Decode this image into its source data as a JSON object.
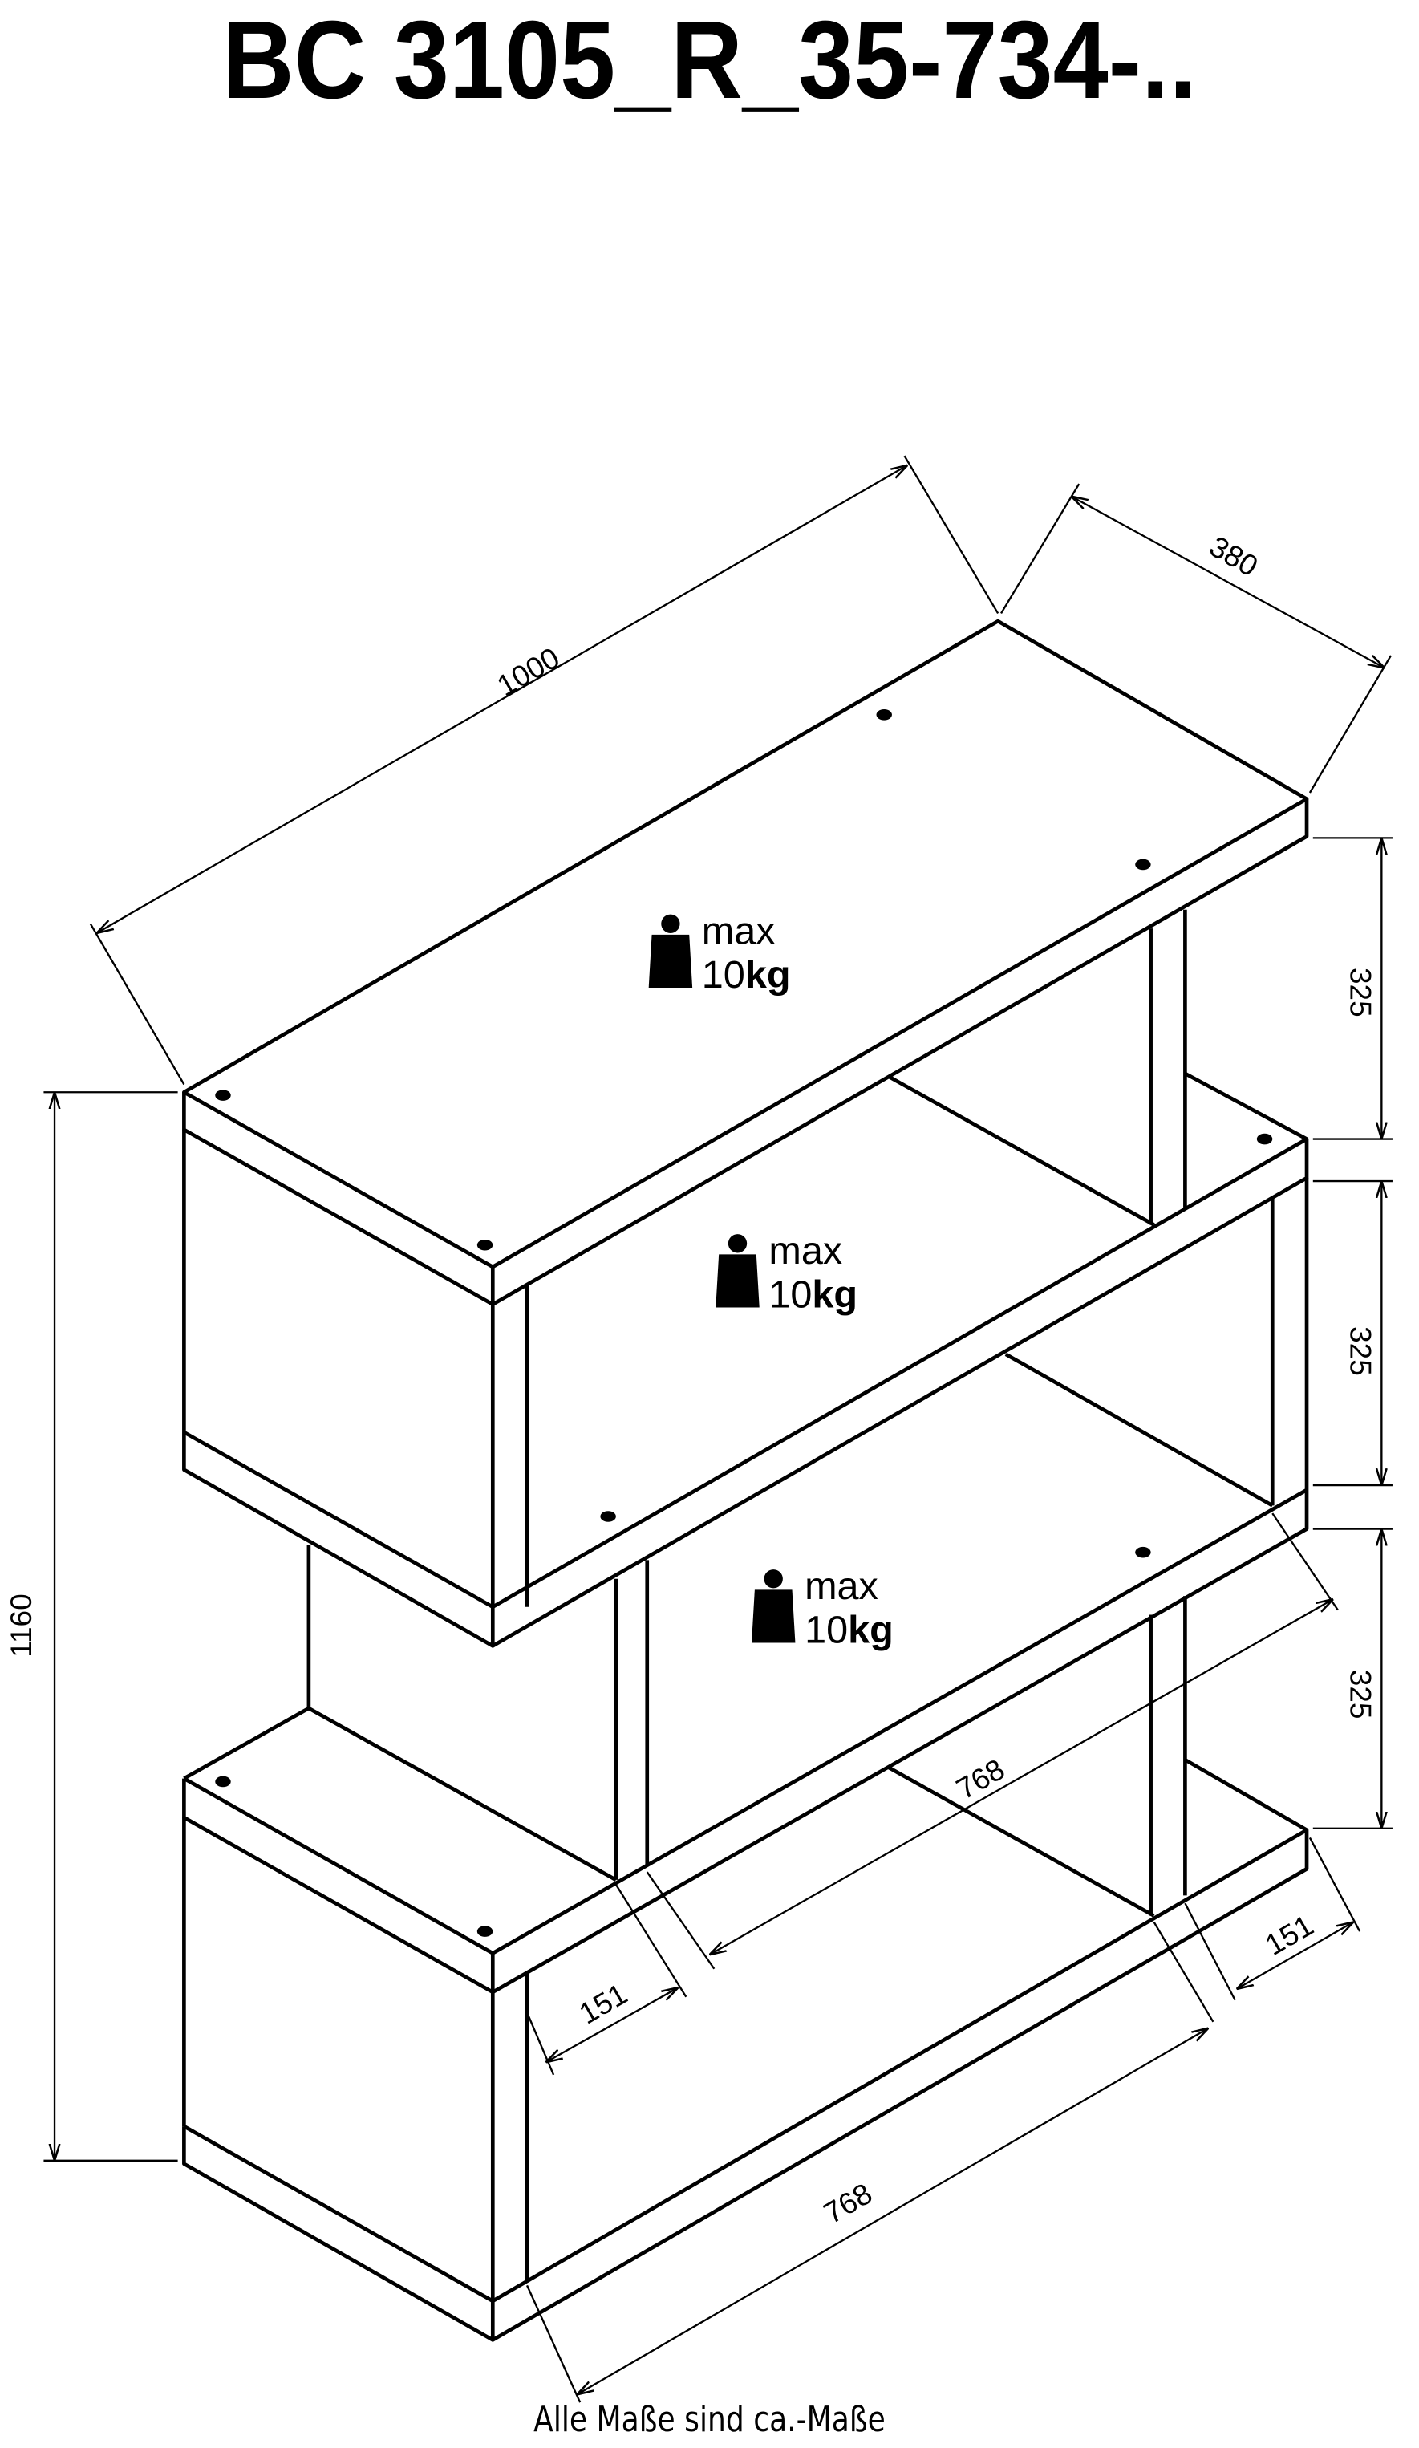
{
  "title": "BC 3105_R_35-734-..",
  "caption": "Alle Maße sind ca.-Maße",
  "dimensions": {
    "width": "1000",
    "depth": "380",
    "height": "1160",
    "shelf_height_1": "325",
    "shelf_height_2": "325",
    "shelf_height_3": "325",
    "inner_width_upper": "768",
    "inner_width_lower": "768",
    "panel_offset_left": "151",
    "panel_offset_right": "151"
  },
  "load_labels": [
    {
      "max": "max",
      "value": "10",
      "unit": "kg"
    },
    {
      "max": "max",
      "value": "10",
      "unit": "kg"
    },
    {
      "max": "max",
      "value": "10",
      "unit": "kg"
    }
  ]
}
